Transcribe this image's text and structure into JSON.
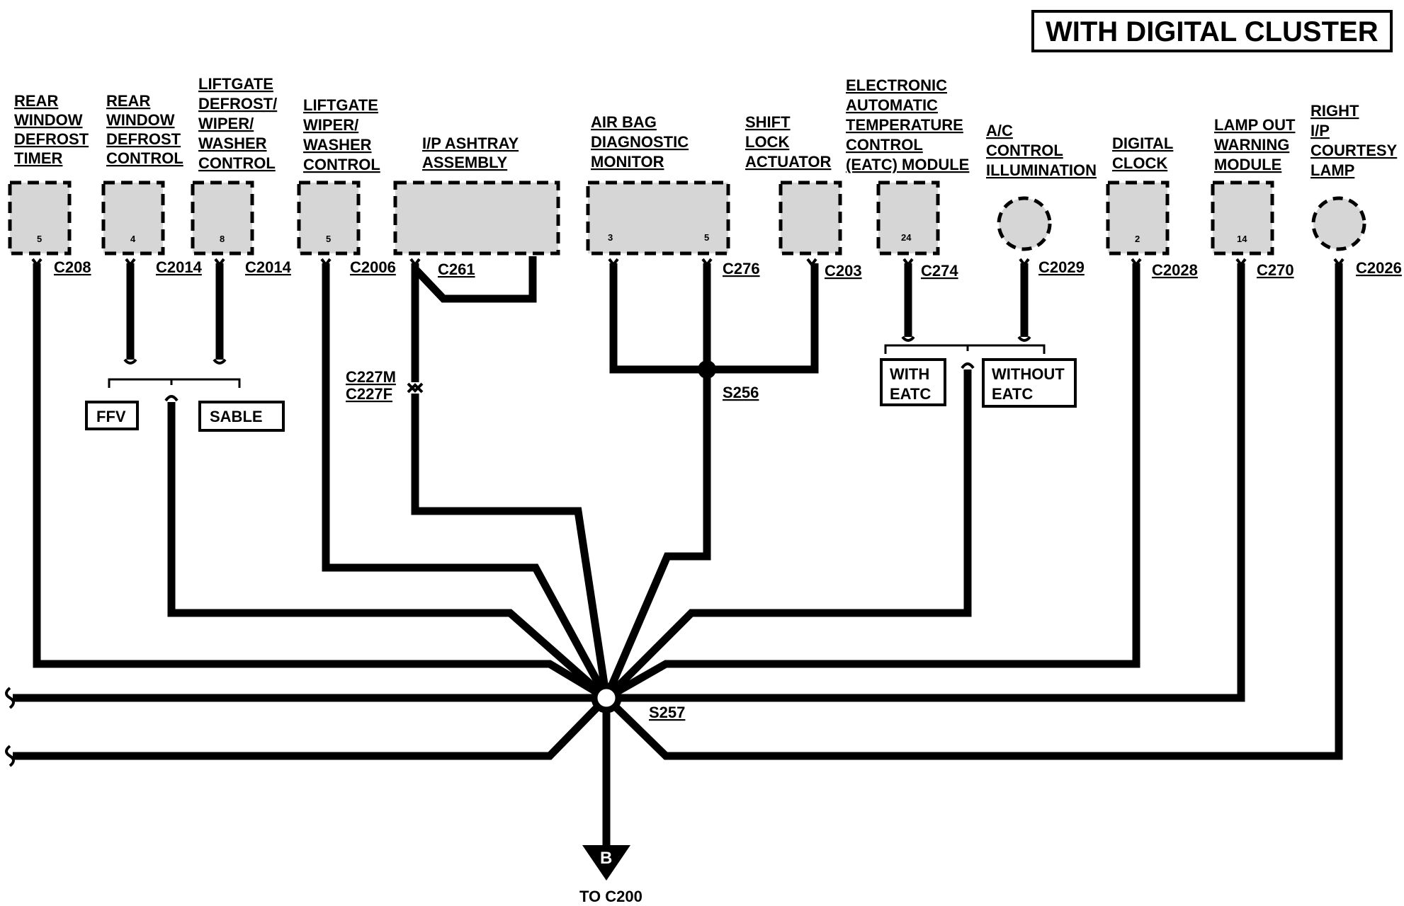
{
  "title": "WITH DIGITAL CLUSTER",
  "components": [
    {
      "id": "rwdt",
      "lines": [
        "REAR",
        "WINDOW",
        "DEFROST",
        "TIMER"
      ],
      "pins": [
        "5"
      ],
      "connector": "C208"
    },
    {
      "id": "rwdc",
      "lines": [
        "REAR",
        "WINDOW",
        "DEFROST",
        "CONTROL"
      ],
      "pins": [
        "4"
      ],
      "connector": "C2014"
    },
    {
      "id": "ldwwc",
      "lines": [
        "LIFTGATE",
        "DEFROST/",
        "WIPER/",
        "WASHER",
        "CONTROL"
      ],
      "pins": [
        "8"
      ],
      "connector": "C2014"
    },
    {
      "id": "lwwc",
      "lines": [
        "LIFTGATE",
        "WIPER/",
        "WASHER",
        "CONTROL"
      ],
      "pins": [
        "5"
      ],
      "connector": "C2006"
    },
    {
      "id": "ash",
      "lines": [
        "I/P ASHTRAY",
        "ASSEMBLY"
      ],
      "pins": [],
      "connector": "C261"
    },
    {
      "id": "abdm",
      "lines": [
        "AIR BAG",
        "DIAGNOSTIC",
        "MONITOR"
      ],
      "pins": [
        "3",
        "5"
      ],
      "connector": "C276"
    },
    {
      "id": "sla",
      "lines": [
        "SHIFT",
        "LOCK",
        "ACTUATOR"
      ],
      "pins": [],
      "connector": "C203"
    },
    {
      "id": "eatc",
      "lines": [
        "ELECTRONIC",
        "AUTOMATIC",
        "TEMPERATURE",
        "CONTROL",
        "(EATC) MODULE"
      ],
      "pins": [
        "24"
      ],
      "connector": "C274"
    },
    {
      "id": "acci",
      "lines": [
        "A/C",
        "CONTROL",
        "ILLUMINATION"
      ],
      "pins": [],
      "connector": "C2029"
    },
    {
      "id": "dclk",
      "lines": [
        "DIGITAL",
        "CLOCK"
      ],
      "pins": [
        "2"
      ],
      "connector": "C2028"
    },
    {
      "id": "lowm",
      "lines": [
        "LAMP OUT",
        "WARNING",
        "MODULE"
      ],
      "pins": [
        "14"
      ],
      "connector": "C270"
    },
    {
      "id": "ripc",
      "lines": [
        "RIGHT",
        "I/P",
        "COURTESY",
        "LAMP"
      ],
      "pins": [],
      "connector": "C2026"
    }
  ],
  "inline_connector": [
    "C227M",
    "C227F"
  ],
  "splices": [
    "S256",
    "S257"
  ],
  "options": {
    "ffv": "FFV",
    "sable": "SABLE",
    "with_eatc": [
      "WITH",
      "EATC"
    ],
    "without_eatc": [
      "WITHOUT",
      "EATC"
    ]
  },
  "ground": {
    "letter": "B",
    "label": "TO C200"
  }
}
